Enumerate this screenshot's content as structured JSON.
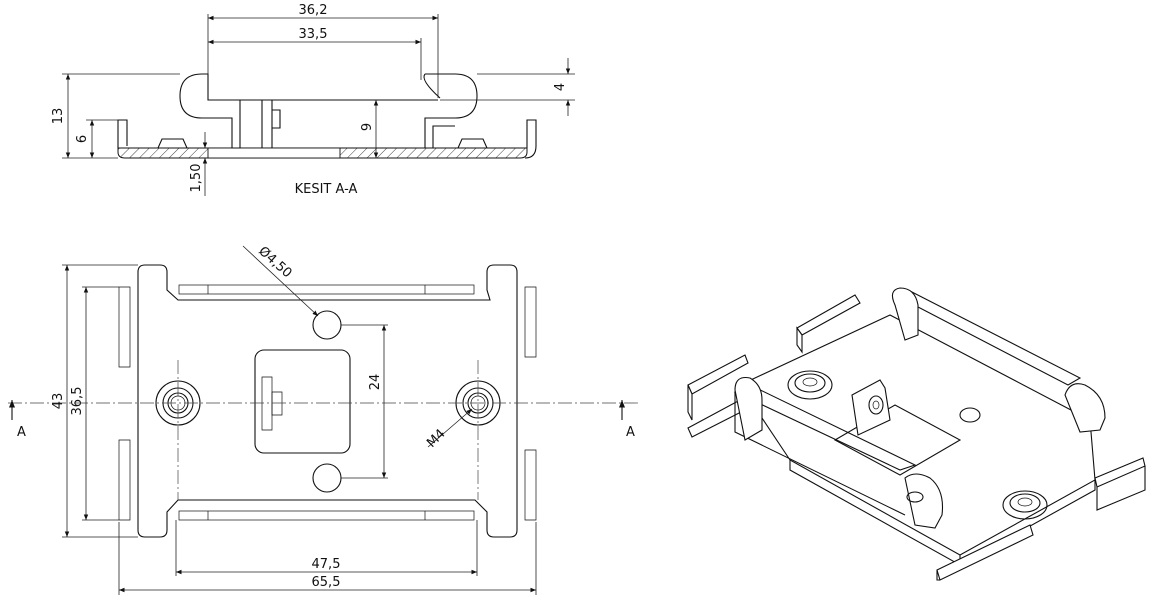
{
  "section": {
    "title": "KESIT A-A",
    "dims": {
      "outer_width": "36,2",
      "inner_width": "33,5",
      "slot_depth": "4",
      "total_height": "13",
      "leg_height": "6",
      "center_height": "9",
      "thickness": "1,50"
    }
  },
  "plan": {
    "dims": {
      "hole_diameter": "Ø4,50",
      "hole_spacing": "24",
      "height_outer": "43",
      "height_inner": "36,5",
      "slot_length": "47,5",
      "overall_length": "65,5",
      "thread": "M4"
    },
    "section_marker_left": "A",
    "section_marker_right": "A"
  },
  "iso": {
    "label": ""
  }
}
